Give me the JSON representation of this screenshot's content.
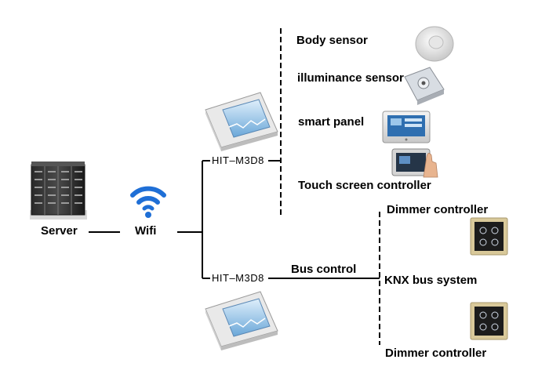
{
  "nodes": {
    "server": "Server",
    "wifi": "Wifi",
    "gateway_top": "HIT–M3D8",
    "gateway_bottom": "HIT–M3D8",
    "bus_control": "Bus control",
    "body_sensor": "Body sensor",
    "illuminance_sensor": "illuminance sensor",
    "smart_panel": "smart panel",
    "touch_screen": "Touch screen controller",
    "dimmer_top": "Dimmer controller",
    "knx_bus": "KNX bus system",
    "dimmer_bottom": "Dimmer controller"
  },
  "icons": {
    "server": "server-rack-icon",
    "wifi": "wifi-icon",
    "gateway": "gateway-device-icon",
    "body_sensor": "motion-sensor-icon",
    "illuminance_sensor": "light-sensor-icon",
    "smart_panel": "touch-panel-icon",
    "touch_screen": "touch-screen-icon",
    "dimmer": "dimmer-switch-icon"
  },
  "colors": {
    "wifi": "#1f6fd6",
    "lines": "#000000",
    "dimmer_frame": "#d9c99a",
    "dimmer_face": "#1c1c1c"
  }
}
